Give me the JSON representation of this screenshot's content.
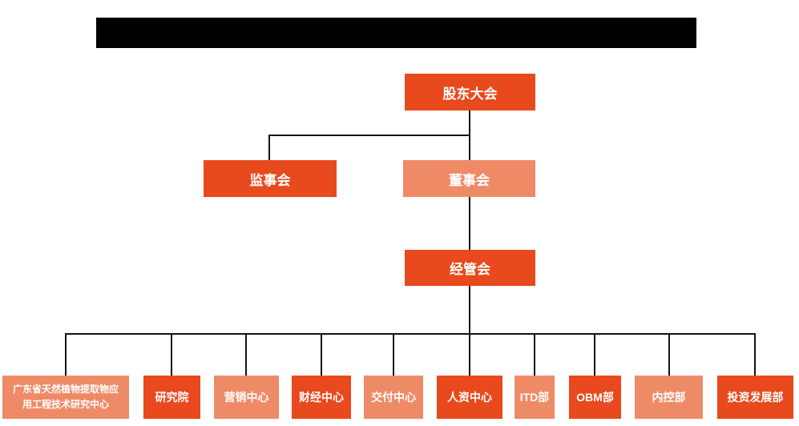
{
  "colors": {
    "primary": "#E8491D",
    "secondary": "#EF8A67",
    "line": "#141414",
    "redaction": "#000000",
    "text": "#FFFFFF",
    "background": "#FFFFFF"
  },
  "org": {
    "level1": {
      "label": "股东大会"
    },
    "level2": [
      {
        "label": "监事会"
      },
      {
        "label": "董事会"
      }
    ],
    "level3": {
      "label": "经管会"
    },
    "departments": [
      {
        "label": "广东省天然植物提取物应用工程技术研究中心"
      },
      {
        "label": "研究院"
      },
      {
        "label": "营销中心"
      },
      {
        "label": "财经中心"
      },
      {
        "label": "交付中心"
      },
      {
        "label": "人资中心"
      },
      {
        "label": "ITD部"
      },
      {
        "label": "OBM部"
      },
      {
        "label": "内控部"
      },
      {
        "label": "投资发展部"
      }
    ]
  }
}
